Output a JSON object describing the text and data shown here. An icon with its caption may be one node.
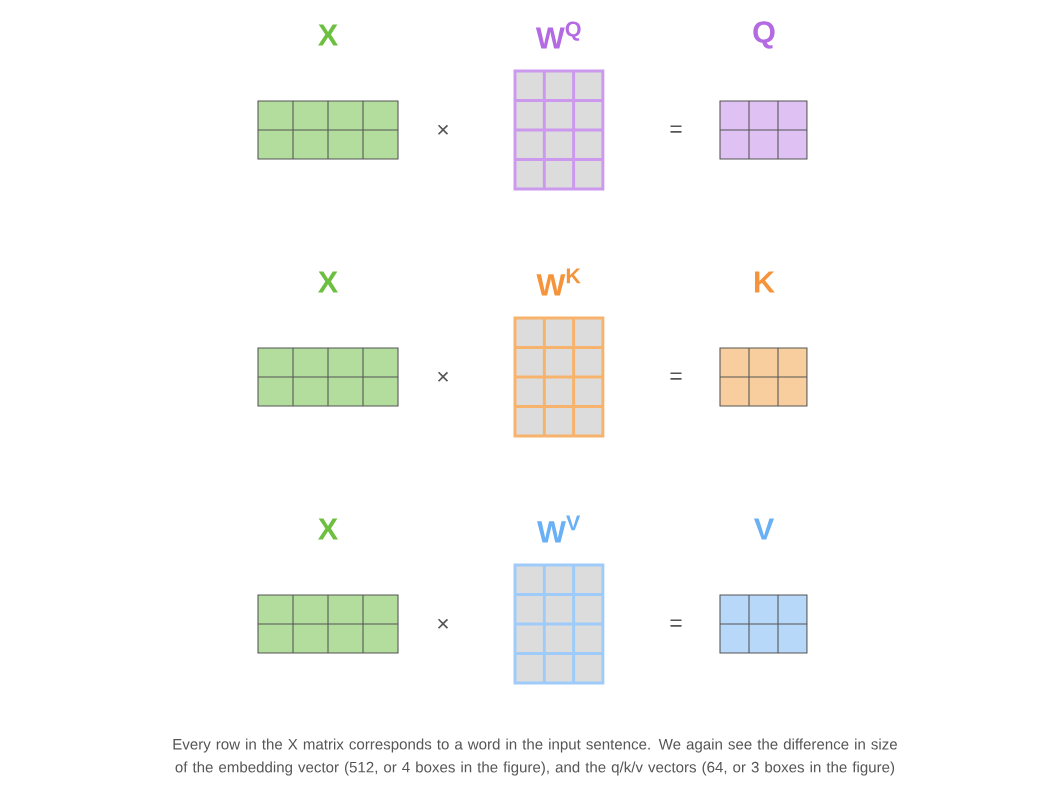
{
  "diagram": {
    "caption": "Every row in the X matrix corresponds to a word in the input sentence. We again see the difference in size of the embedding vector (512, or 4 boxes in the figure), and the q/k/v vectors (64, or 3 boxes in the figure)",
    "nodes": [
      {
        "text": [
          "X"
        ]
      },
      {
        "text": [
          "W$^{Q}$"
        ]
      },
      {
        "text": [
          "Q"
        ]
      },
      {
        "text": [
          "X"
        ]
      },
      {
        "text": [
          "W$^{K}$"
        ]
      },
      {
        "text": [
          "K"
        ]
      },
      {
        "text": [
          "X"
        ]
      },
      {
        "text": [
          "W$^{V}$"
        ]
      },
      {
        "text": [
          "V"
        ]
      }
    ],
    "labels": [
      "×",
      "=",
      "×",
      "=",
      "×",
      "="
    ]
  }
}
